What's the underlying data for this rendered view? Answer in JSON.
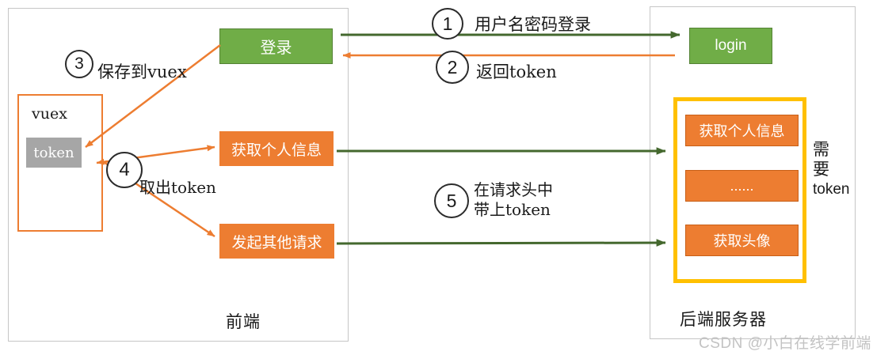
{
  "frontend": {
    "title": "前端",
    "login_button": "登录",
    "vuex_panel": {
      "label": "vuex",
      "token_chip": "token"
    },
    "get_profile_button": "获取个人信息",
    "other_request_button": "发起其他请求"
  },
  "backend": {
    "title": "后端服务器",
    "login_button": "login",
    "token_services": [
      "获取个人信息",
      "......",
      "获取头像"
    ],
    "need_token_note": {
      "line1": "需",
      "line2": "要",
      "line3": "token"
    }
  },
  "steps": [
    {
      "num": "1",
      "label": "用户名密码登录"
    },
    {
      "num": "2",
      "label": "返回token"
    },
    {
      "num": "3",
      "label": "保存到vuex"
    },
    {
      "num": "4",
      "label": "取出token"
    },
    {
      "num": "5",
      "label_line1": "在请求头中",
      "label_line2": "带上token"
    }
  ],
  "watermark": "CSDN @小白在线学前端",
  "colors": {
    "box_green": "#70AD47",
    "box_orange": "#ED7D31",
    "group_yellow": "#FFC000",
    "token_gray": "#A6A6A6",
    "arrow_green": "#44682E",
    "arrow_orange": "#ED7D31"
  }
}
